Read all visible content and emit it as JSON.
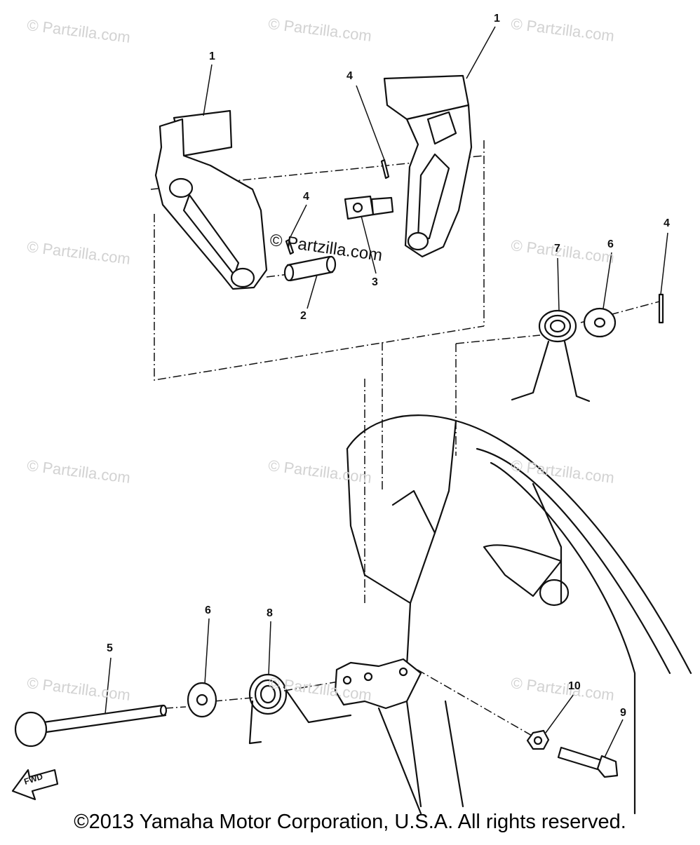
{
  "watermark": "© Partzilla.com",
  "callouts": {
    "part_1_left": "1",
    "part_1_right": "1",
    "part_2": "2",
    "part_3": "3",
    "part_4_top": "4",
    "part_4_mid": "4",
    "part_4_right": "4",
    "part_5": "5",
    "part_6_right": "6",
    "part_6_left": "6",
    "part_7": "7",
    "part_8": "8",
    "part_9": "9",
    "part_10": "10"
  },
  "fwd_label": "FWD",
  "copyright": "©2013 Yamaha Motor Corporation, U.S.A. All rights reserved."
}
